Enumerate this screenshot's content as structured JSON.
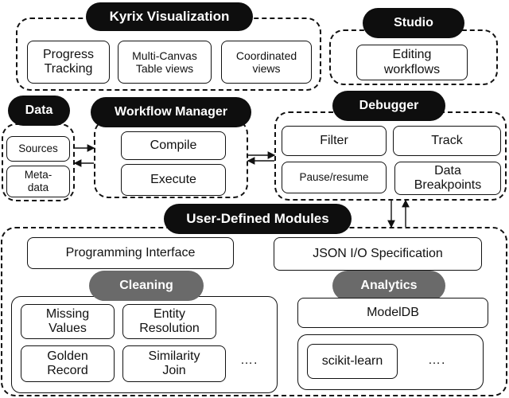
{
  "groups": {
    "kyrix": {
      "title": "Kyrix Visualization",
      "items": [
        "Progress Tracking",
        "Multi-Canvas Table views",
        "Coordinated views"
      ]
    },
    "studio": {
      "title": "Studio",
      "items": [
        "Editing workflows"
      ]
    },
    "data": {
      "title": "Data",
      "items": [
        "Sources",
        "Meta-data"
      ]
    },
    "workflow": {
      "title": "Workflow Manager",
      "items": [
        "Compile",
        "Execute"
      ]
    },
    "debugger": {
      "title": "Debugger",
      "items": [
        "Filter",
        "Track",
        "Pause/resume",
        "Data Breakpoints"
      ]
    },
    "udm": {
      "title": "User-Defined Modules",
      "items": [
        "Programming Interface",
        "JSON I/O Specification"
      ]
    },
    "cleaning": {
      "title": "Cleaning",
      "items": [
        "Missing Values",
        "Entity Resolution",
        "Golden Record",
        "Similarity Join"
      ],
      "more": "…."
    },
    "analytics": {
      "title": "Analytics",
      "items": [
        "ModelDB",
        "scikit-learn"
      ],
      "more": "…."
    }
  },
  "colors": {
    "dark_pill": "#0e0e0e",
    "grey_pill": "#6a6a6a",
    "stroke": "#111111"
  }
}
